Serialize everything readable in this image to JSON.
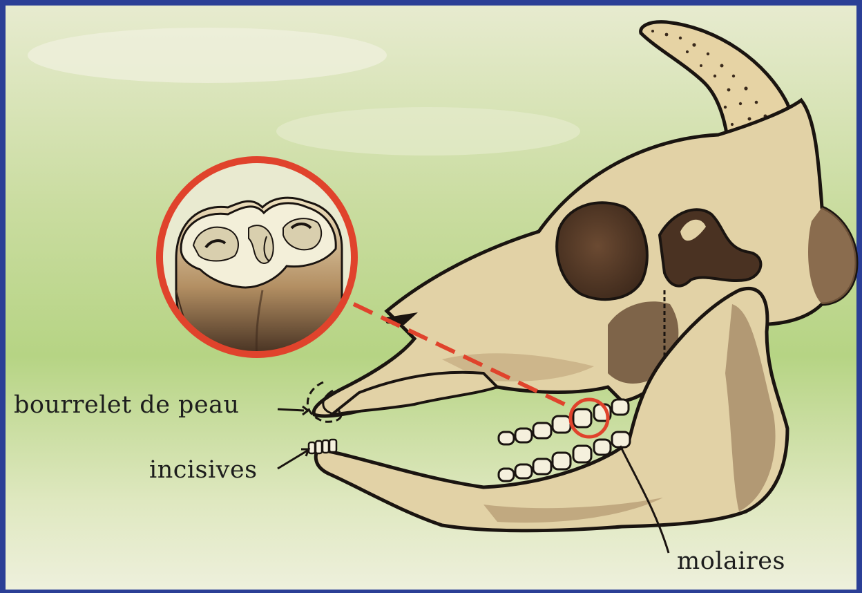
{
  "labels": {
    "bourrelet": "bourrelet de peau",
    "incisives": "incisives",
    "molaires": "molaires"
  },
  "colors": {
    "frame": "#2b3f96",
    "background_cream": "#ece9cf",
    "background_green": "#b9d68a",
    "bone": "#e2d2a6",
    "bone_shadow": "#7a5a3e",
    "outline": "#1a1410",
    "highlight_red": "#e0432c"
  }
}
